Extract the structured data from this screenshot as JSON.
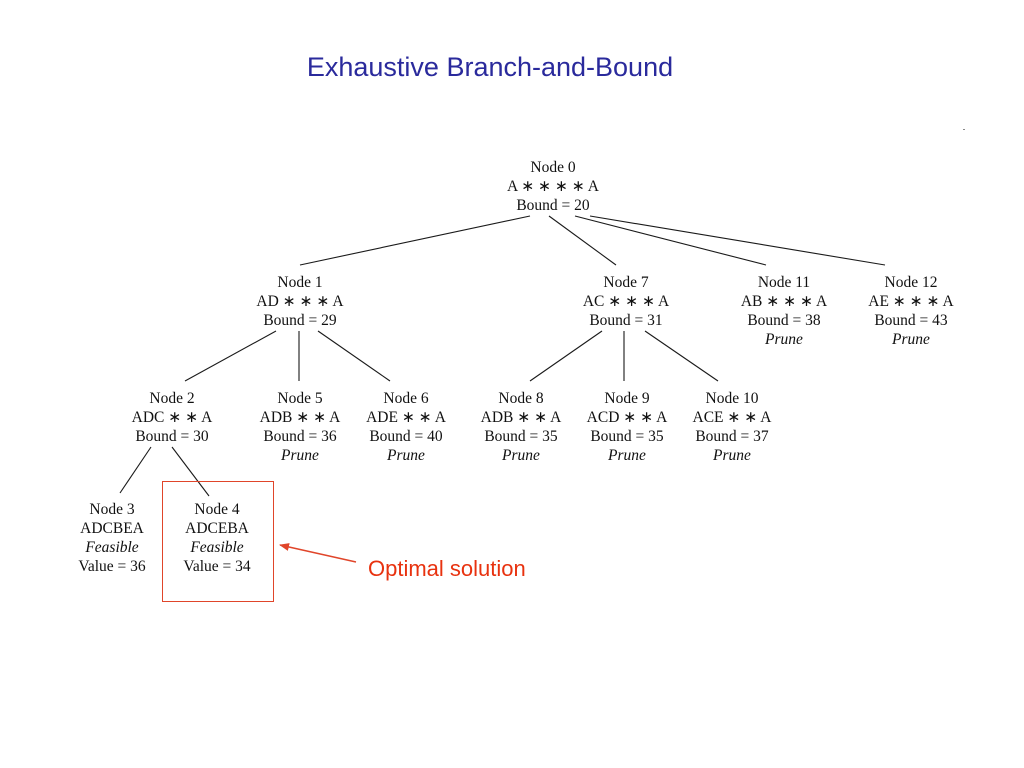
{
  "title": "Exhaustive Branch-and-Bound",
  "callout": {
    "text": "Optimal solution",
    "color": "#e8320f"
  },
  "colors": {
    "title": "#2a2a9c",
    "highlight": "#e0452a",
    "edge": "#1a1a1a"
  },
  "tree": {
    "nodes": [
      {
        "id": "n0",
        "lines": [
          {
            "text": "Node 0"
          },
          {
            "text": "A ∗ ∗ ∗ ∗ A"
          },
          {
            "text": "Bound = 20"
          }
        ]
      },
      {
        "id": "n1",
        "lines": [
          {
            "text": "Node 1"
          },
          {
            "text": "AD ∗ ∗ ∗ A"
          },
          {
            "text": "Bound = 29"
          }
        ]
      },
      {
        "id": "n7",
        "lines": [
          {
            "text": "Node 7"
          },
          {
            "text": "AC ∗ ∗ ∗ A"
          },
          {
            "text": "Bound = 31"
          }
        ]
      },
      {
        "id": "n11",
        "lines": [
          {
            "text": "Node 11"
          },
          {
            "text": "AB ∗ ∗ ∗ A"
          },
          {
            "text": "Bound = 38"
          },
          {
            "text": "Prune",
            "italic": true
          }
        ]
      },
      {
        "id": "n12",
        "lines": [
          {
            "text": "Node 12"
          },
          {
            "text": "AE ∗ ∗ ∗ A"
          },
          {
            "text": "Bound = 43"
          },
          {
            "text": "Prune",
            "italic": true
          }
        ]
      },
      {
        "id": "n2",
        "lines": [
          {
            "text": "Node 2"
          },
          {
            "text": "ADC ∗ ∗ A"
          },
          {
            "text": "Bound = 30"
          }
        ]
      },
      {
        "id": "n5",
        "lines": [
          {
            "text": "Node 5"
          },
          {
            "text": "ADB ∗ ∗ A"
          },
          {
            "text": "Bound = 36"
          },
          {
            "text": "Prune",
            "italic": true
          }
        ]
      },
      {
        "id": "n6",
        "lines": [
          {
            "text": "Node 6"
          },
          {
            "text": "ADE ∗ ∗ A"
          },
          {
            "text": "Bound = 40"
          },
          {
            "text": "Prune",
            "italic": true
          }
        ]
      },
      {
        "id": "n8",
        "lines": [
          {
            "text": "Node 8"
          },
          {
            "text": "ADB ∗ ∗ A"
          },
          {
            "text": "Bound = 35"
          },
          {
            "text": "Prune",
            "italic": true
          }
        ]
      },
      {
        "id": "n9",
        "lines": [
          {
            "text": "Node 9"
          },
          {
            "text": "ACD ∗ ∗ A"
          },
          {
            "text": "Bound = 35"
          },
          {
            "text": "Prune",
            "italic": true
          }
        ]
      },
      {
        "id": "n10",
        "lines": [
          {
            "text": "Node 10"
          },
          {
            "text": "ACE ∗ ∗ A"
          },
          {
            "text": "Bound = 37"
          },
          {
            "text": "Prune",
            "italic": true
          }
        ]
      },
      {
        "id": "n3",
        "lines": [
          {
            "text": "Node 3"
          },
          {
            "text": "ADCBEA"
          },
          {
            "text": "Feasible",
            "italic": true
          },
          {
            "text": "Value = 36"
          }
        ]
      },
      {
        "id": "n4",
        "lines": [
          {
            "text": "Node 4"
          },
          {
            "text": "ADCEBA"
          },
          {
            "text": "Feasible",
            "italic": true
          },
          {
            "text": "Value = 34"
          }
        ],
        "highlighted": true
      }
    ],
    "edges": [
      {
        "from": "n0",
        "to": "n1"
      },
      {
        "from": "n0",
        "to": "n7"
      },
      {
        "from": "n0",
        "to": "n11"
      },
      {
        "from": "n0",
        "to": "n12"
      },
      {
        "from": "n1",
        "to": "n2"
      },
      {
        "from": "n1",
        "to": "n5"
      },
      {
        "from": "n1",
        "to": "n6"
      },
      {
        "from": "n7",
        "to": "n8"
      },
      {
        "from": "n7",
        "to": "n9"
      },
      {
        "from": "n7",
        "to": "n10"
      },
      {
        "from": "n2",
        "to": "n3"
      },
      {
        "from": "n2",
        "to": "n4"
      }
    ]
  }
}
